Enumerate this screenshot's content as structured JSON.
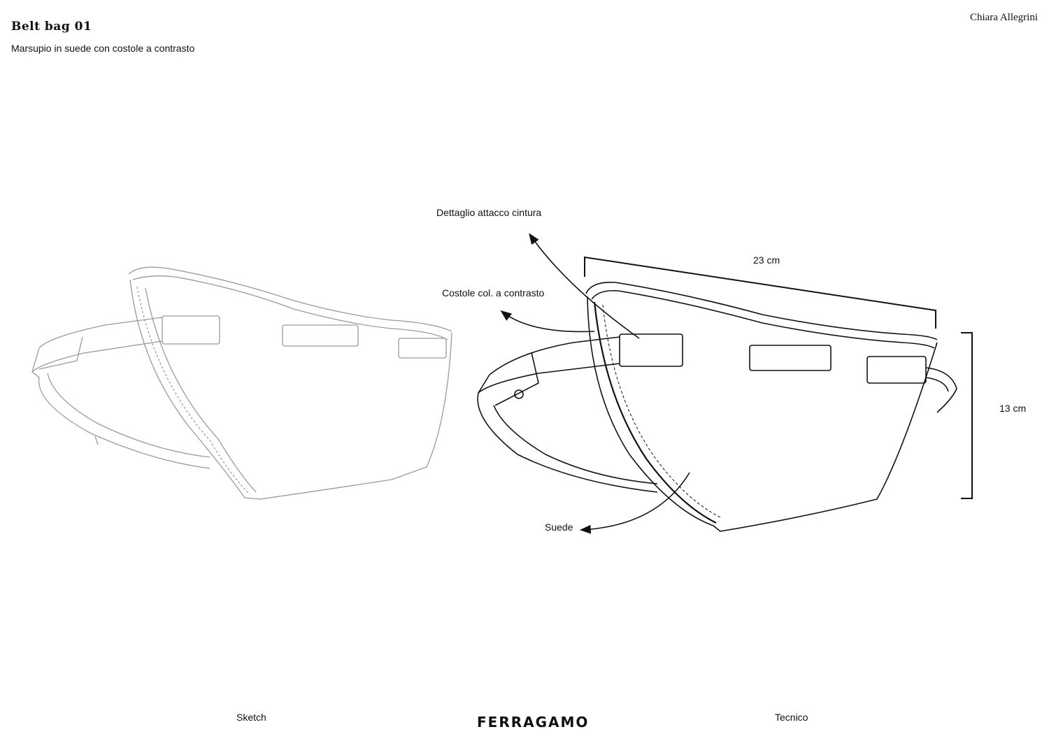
{
  "header": {
    "title": "Belt bag 01",
    "subtitle": "Marsupio in suede con costole a contrasto",
    "author": "Chiara Allegrini"
  },
  "annotations": {
    "belt_detail": "Dettaglio attacco cintura",
    "ribs": "Costole col. a contrasto",
    "suede": "Suede",
    "width": "23 cm",
    "height": "13 cm"
  },
  "footer": {
    "sketch_caption": "Sketch",
    "technical_caption": "Tecnico",
    "brand": "FERRAGAMO"
  },
  "colors": {
    "sketch_line": "#9a9a9a",
    "technical_line": "#111111"
  }
}
